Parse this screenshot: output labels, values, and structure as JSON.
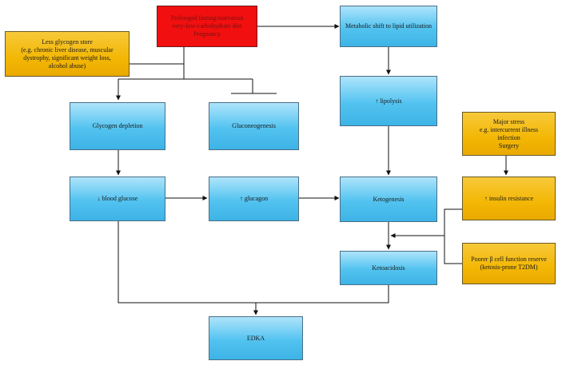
{
  "nodes": {
    "fasting": [
      "Prolonged fasting/starvation",
      "very-low-carbohydrate diet",
      "Pregnancy"
    ],
    "glycogen_store": [
      "Less glycogen store",
      "(e.g. chronic liver disease, muscular",
      "dystrophy, significant weight loss,",
      "alcohol abuse)"
    ],
    "metabolic_shift": "Metabolic shift to lipid utilization",
    "lipolysis": "↑ lipolysis",
    "glycogen_depletion": "Glycogen depletion",
    "gluconeogenesis": "Gluconeogenesis",
    "major_stress": [
      "Major stress",
      "e.g. intercurrent illness",
      "infection",
      "Surgery"
    ],
    "blood_glucose": "↓ blood glucose",
    "glucagon": "↑ glucagon",
    "ketogenesis": "Ketogenesis",
    "insulin_resistance": "↑ insulin resistance",
    "beta_cell": [
      "Poorer β cell function reserve",
      "(ketosis-prone T2DM)"
    ],
    "ketoacidosis": "Ketoacidosis",
    "edka": "EDKA"
  },
  "colors": {
    "process": "#3db3e6",
    "trigger": "#f20f0f",
    "risk_factor": "#f3b704"
  }
}
